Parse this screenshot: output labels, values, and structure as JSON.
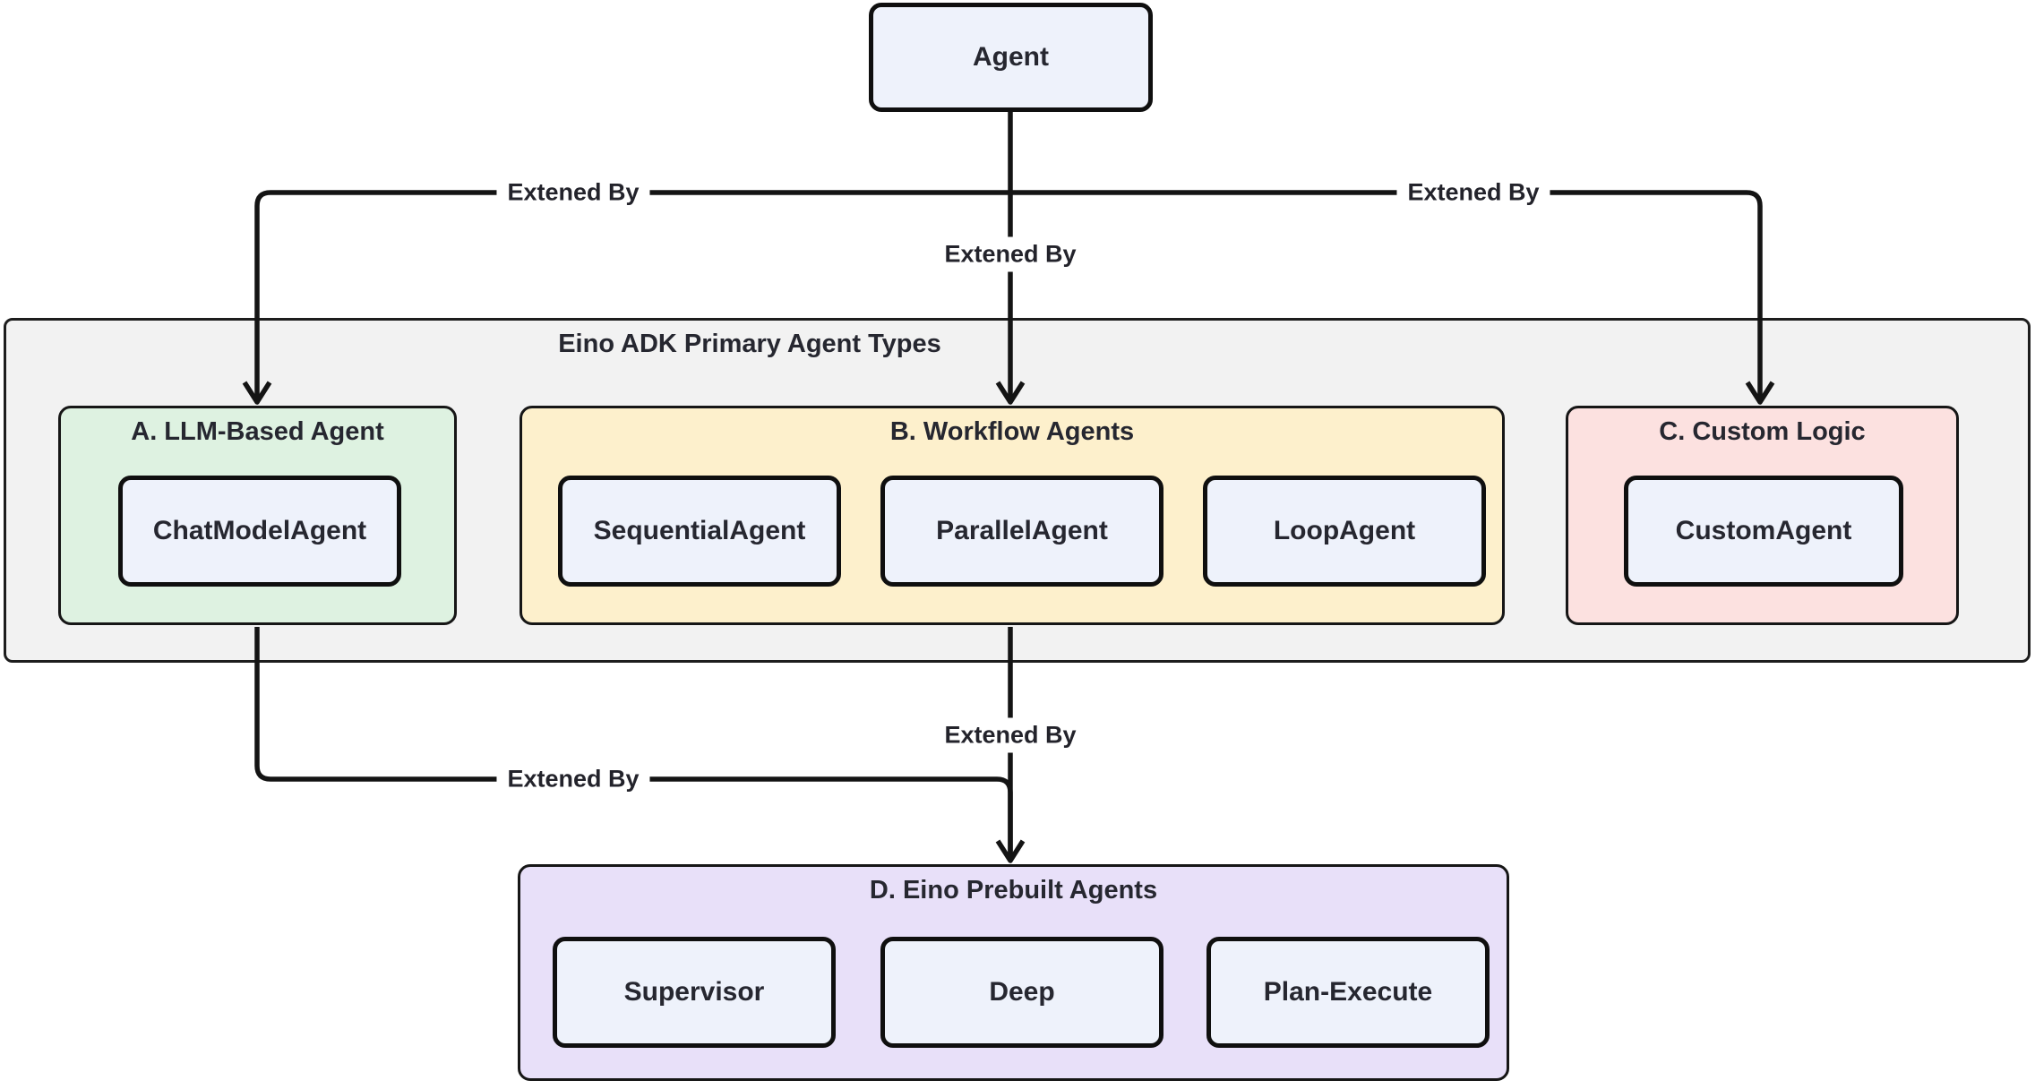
{
  "diagram": {
    "root": {
      "label": "Agent"
    },
    "container": {
      "title": "Eino ADK Primary Agent Types"
    },
    "groups": [
      {
        "id": "A",
        "title": "A. LLM-Based Agent",
        "fill": "#def2e1",
        "children": [
          "ChatModelAgent"
        ]
      },
      {
        "id": "B",
        "title": "B. Workflow Agents",
        "fill": "#fdf0cc",
        "children": [
          "SequentialAgent",
          "ParallelAgent",
          "LoopAgent"
        ]
      },
      {
        "id": "C",
        "title": "C. Custom Logic",
        "fill": "#fce1e0",
        "children": [
          "CustomAgent"
        ]
      },
      {
        "id": "D",
        "title": "D. Eino Prebuilt Agents",
        "fill": "#e8e0f9",
        "children": [
          "Supervisor",
          "Deep",
          "Plan-Execute"
        ]
      }
    ],
    "edges": [
      {
        "from": "Agent",
        "to": "A. LLM-Based Agent",
        "label": "Extened By"
      },
      {
        "from": "Agent",
        "to": "B. Workflow Agents",
        "label": "Extened By"
      },
      {
        "from": "Agent",
        "to": "C. Custom Logic",
        "label": "Extened By"
      },
      {
        "from": "B. Workflow Agents",
        "to": "D. Eino Prebuilt Agents",
        "label": "Extened By"
      },
      {
        "from": "A. LLM-Based Agent",
        "to": "D. Eino Prebuilt Agents",
        "label": "Extened By"
      }
    ],
    "colors": {
      "node_fill": "#eef2fb",
      "container_fill": "#f2f2f2",
      "group_a_fill": "#def2e1",
      "group_b_fill": "#fdf0cc",
      "group_c_fill": "#fce1e0",
      "group_d_fill": "#e8e0f9",
      "edge_stroke": "#141414",
      "text": "#262730"
    }
  }
}
